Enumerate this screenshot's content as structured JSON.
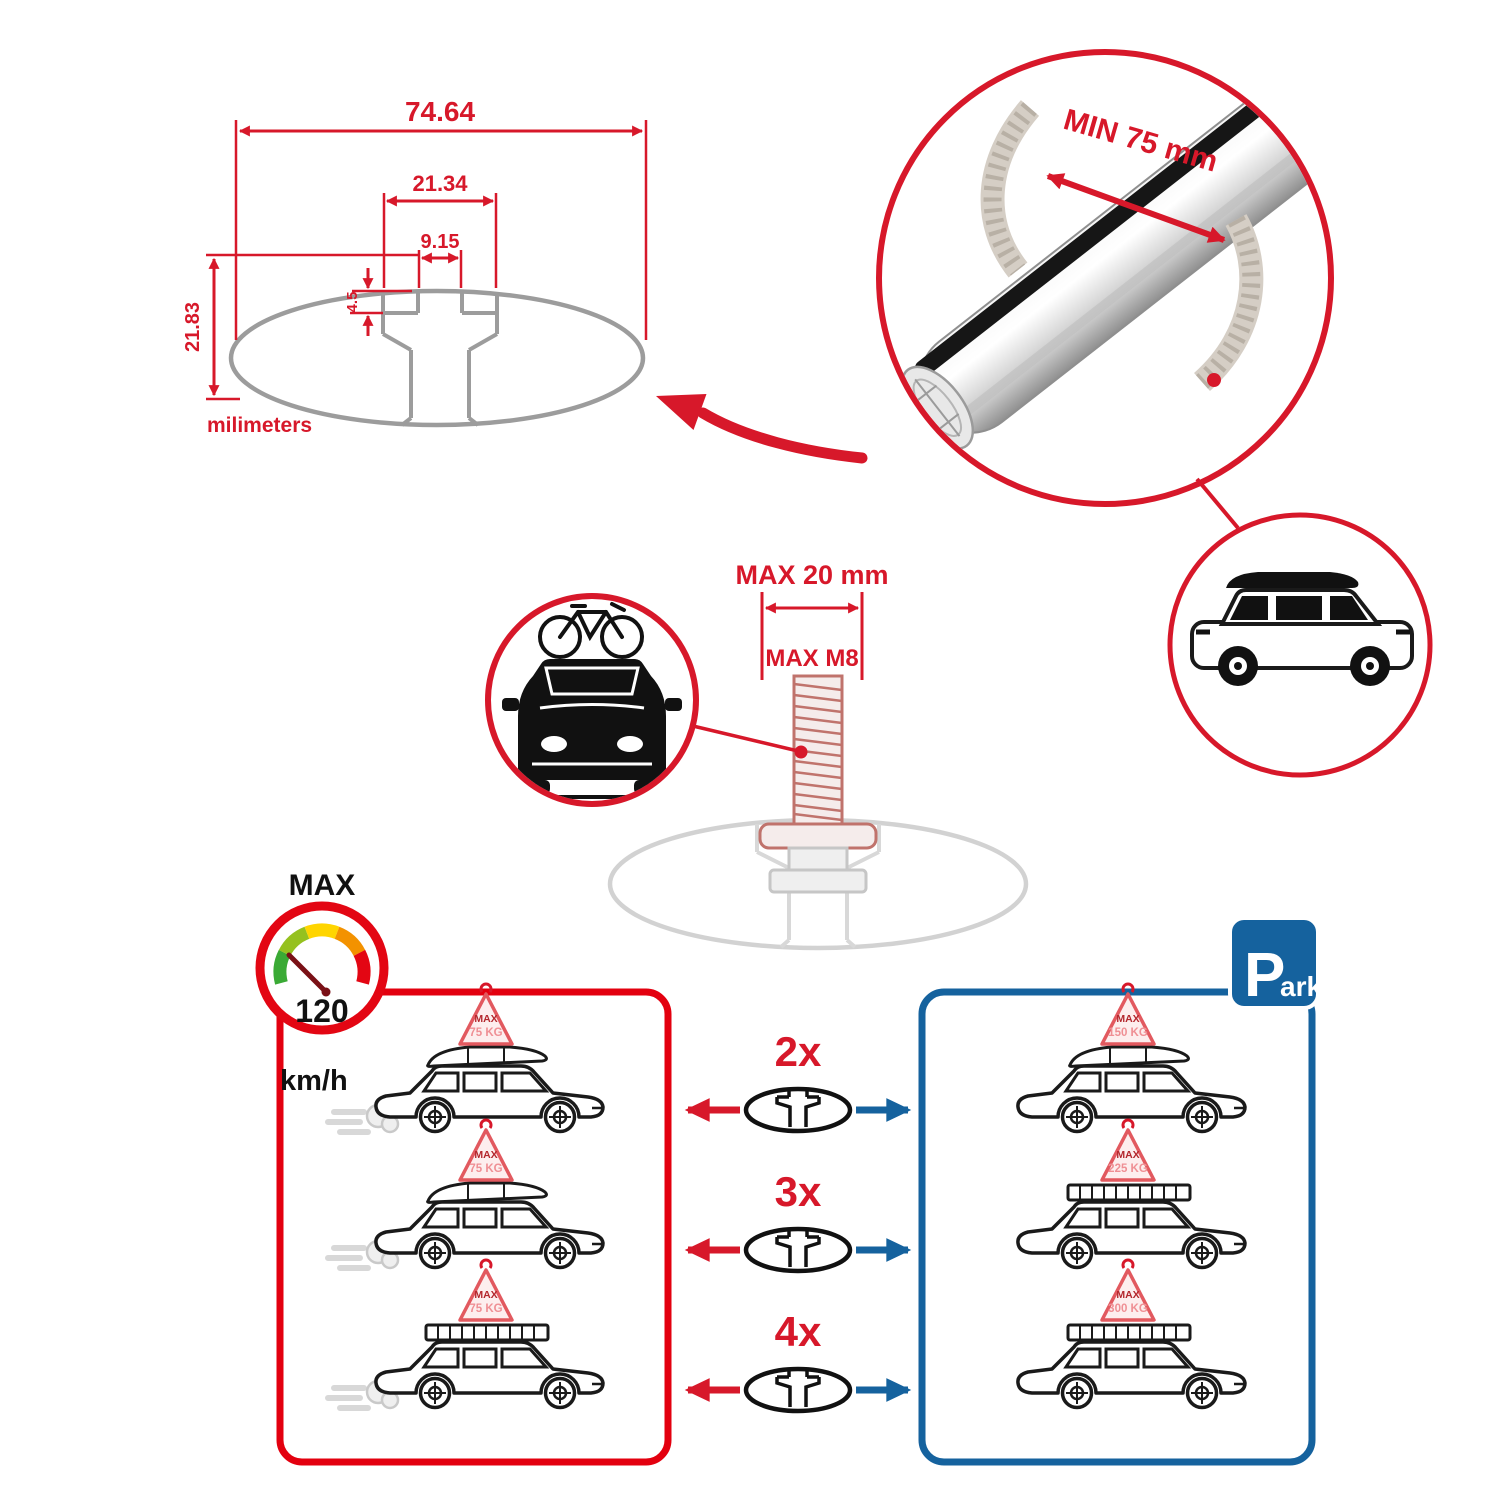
{
  "colors": {
    "red": "#d7182a",
    "blue": "#15629e",
    "gray": "#9c9c9c",
    "black": "#111111",
    "gauge_segments": [
      "#3aaa35",
      "#95c11f",
      "#ffd500",
      "#f39200",
      "#e30613"
    ]
  },
  "cross_section": {
    "total_width": "74.64",
    "channel_width": "21.34",
    "slot_width": "9.15",
    "lip_depth": "4.5",
    "total_height": "21.83",
    "units_label": "milimeters"
  },
  "bar_photo": {
    "min_span_label": "MIN 75 mm"
  },
  "bolt": {
    "max_width_label": "MAX 20 mm",
    "max_thread_label": "MAX M8"
  },
  "speed": {
    "max_label": "MAX",
    "value": "120",
    "unit": "km/h"
  },
  "parking": {
    "p": "P",
    "ark": "ark"
  },
  "driving_cars": [
    {
      "line1": "MAX",
      "line2": "75 KG"
    },
    {
      "line1": "MAX",
      "line2": "75 KG"
    },
    {
      "line1": "MAX",
      "line2": "75 KG"
    }
  ],
  "parked_cars": [
    {
      "line1": "MAX",
      "line2": "150 KG"
    },
    {
      "line1": "MAX",
      "line2": "225 KG"
    },
    {
      "line1": "MAX",
      "line2": "300 KG"
    }
  ],
  "bar_counts": [
    "2x",
    "3x",
    "4x"
  ]
}
